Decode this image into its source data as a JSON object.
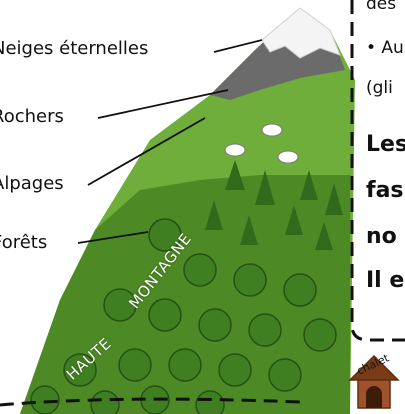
{
  "labels": {
    "neiges": "Neiges éternelles",
    "rochers": "Rochers",
    "alpages": "Alpages",
    "forets": "Forêts"
  },
  "mountain_text": {
    "haute": "HAUTE",
    "montagne": "MONTAGNE"
  },
  "chalet_label": "chalet",
  "right_text": {
    "line1": "des",
    "line2": "• Au",
    "line3": "(gli",
    "bold1": "Les",
    "bold2": "fas",
    "bold3": "no",
    "bold4": "Il e"
  },
  "colors": {
    "grass": "#6fae3a",
    "grass_dark": "#4d8a25",
    "forest": "#3f7f22",
    "rock": "#6b6b6b",
    "snow": "#f4f4f4",
    "chalet_wood": "#a0522d",
    "dashed_border": "#111111"
  }
}
